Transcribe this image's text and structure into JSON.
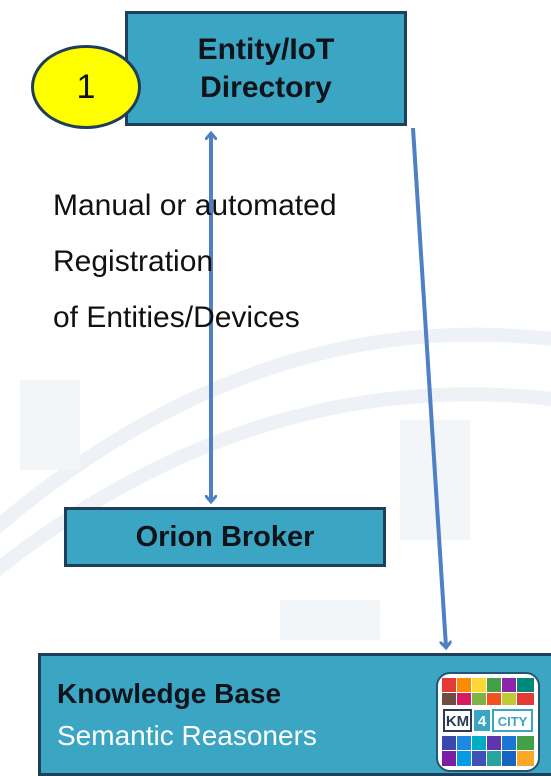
{
  "step": {
    "number": "1"
  },
  "entity_directory": {
    "line1": "Entity/IoT",
    "line2": "Directory"
  },
  "description": {
    "line1": "Manual or automated",
    "line2": "Registration",
    "line3": "of Entities/Devices"
  },
  "orion_broker": {
    "label": "Orion Broker"
  },
  "knowledge_base": {
    "title": "Knowledge Base",
    "subtitle": "Semantic Reasoners"
  },
  "logo": {
    "text_km": "KM",
    "text_4": "4",
    "text_city": "CITY"
  },
  "colors": {
    "box_fill": "#3aa6c4",
    "box_border": "#1f3e5a",
    "step_circle": "#ffff00",
    "arrow": "#4f7fc4",
    "subtitle_text": "#ffffff"
  }
}
